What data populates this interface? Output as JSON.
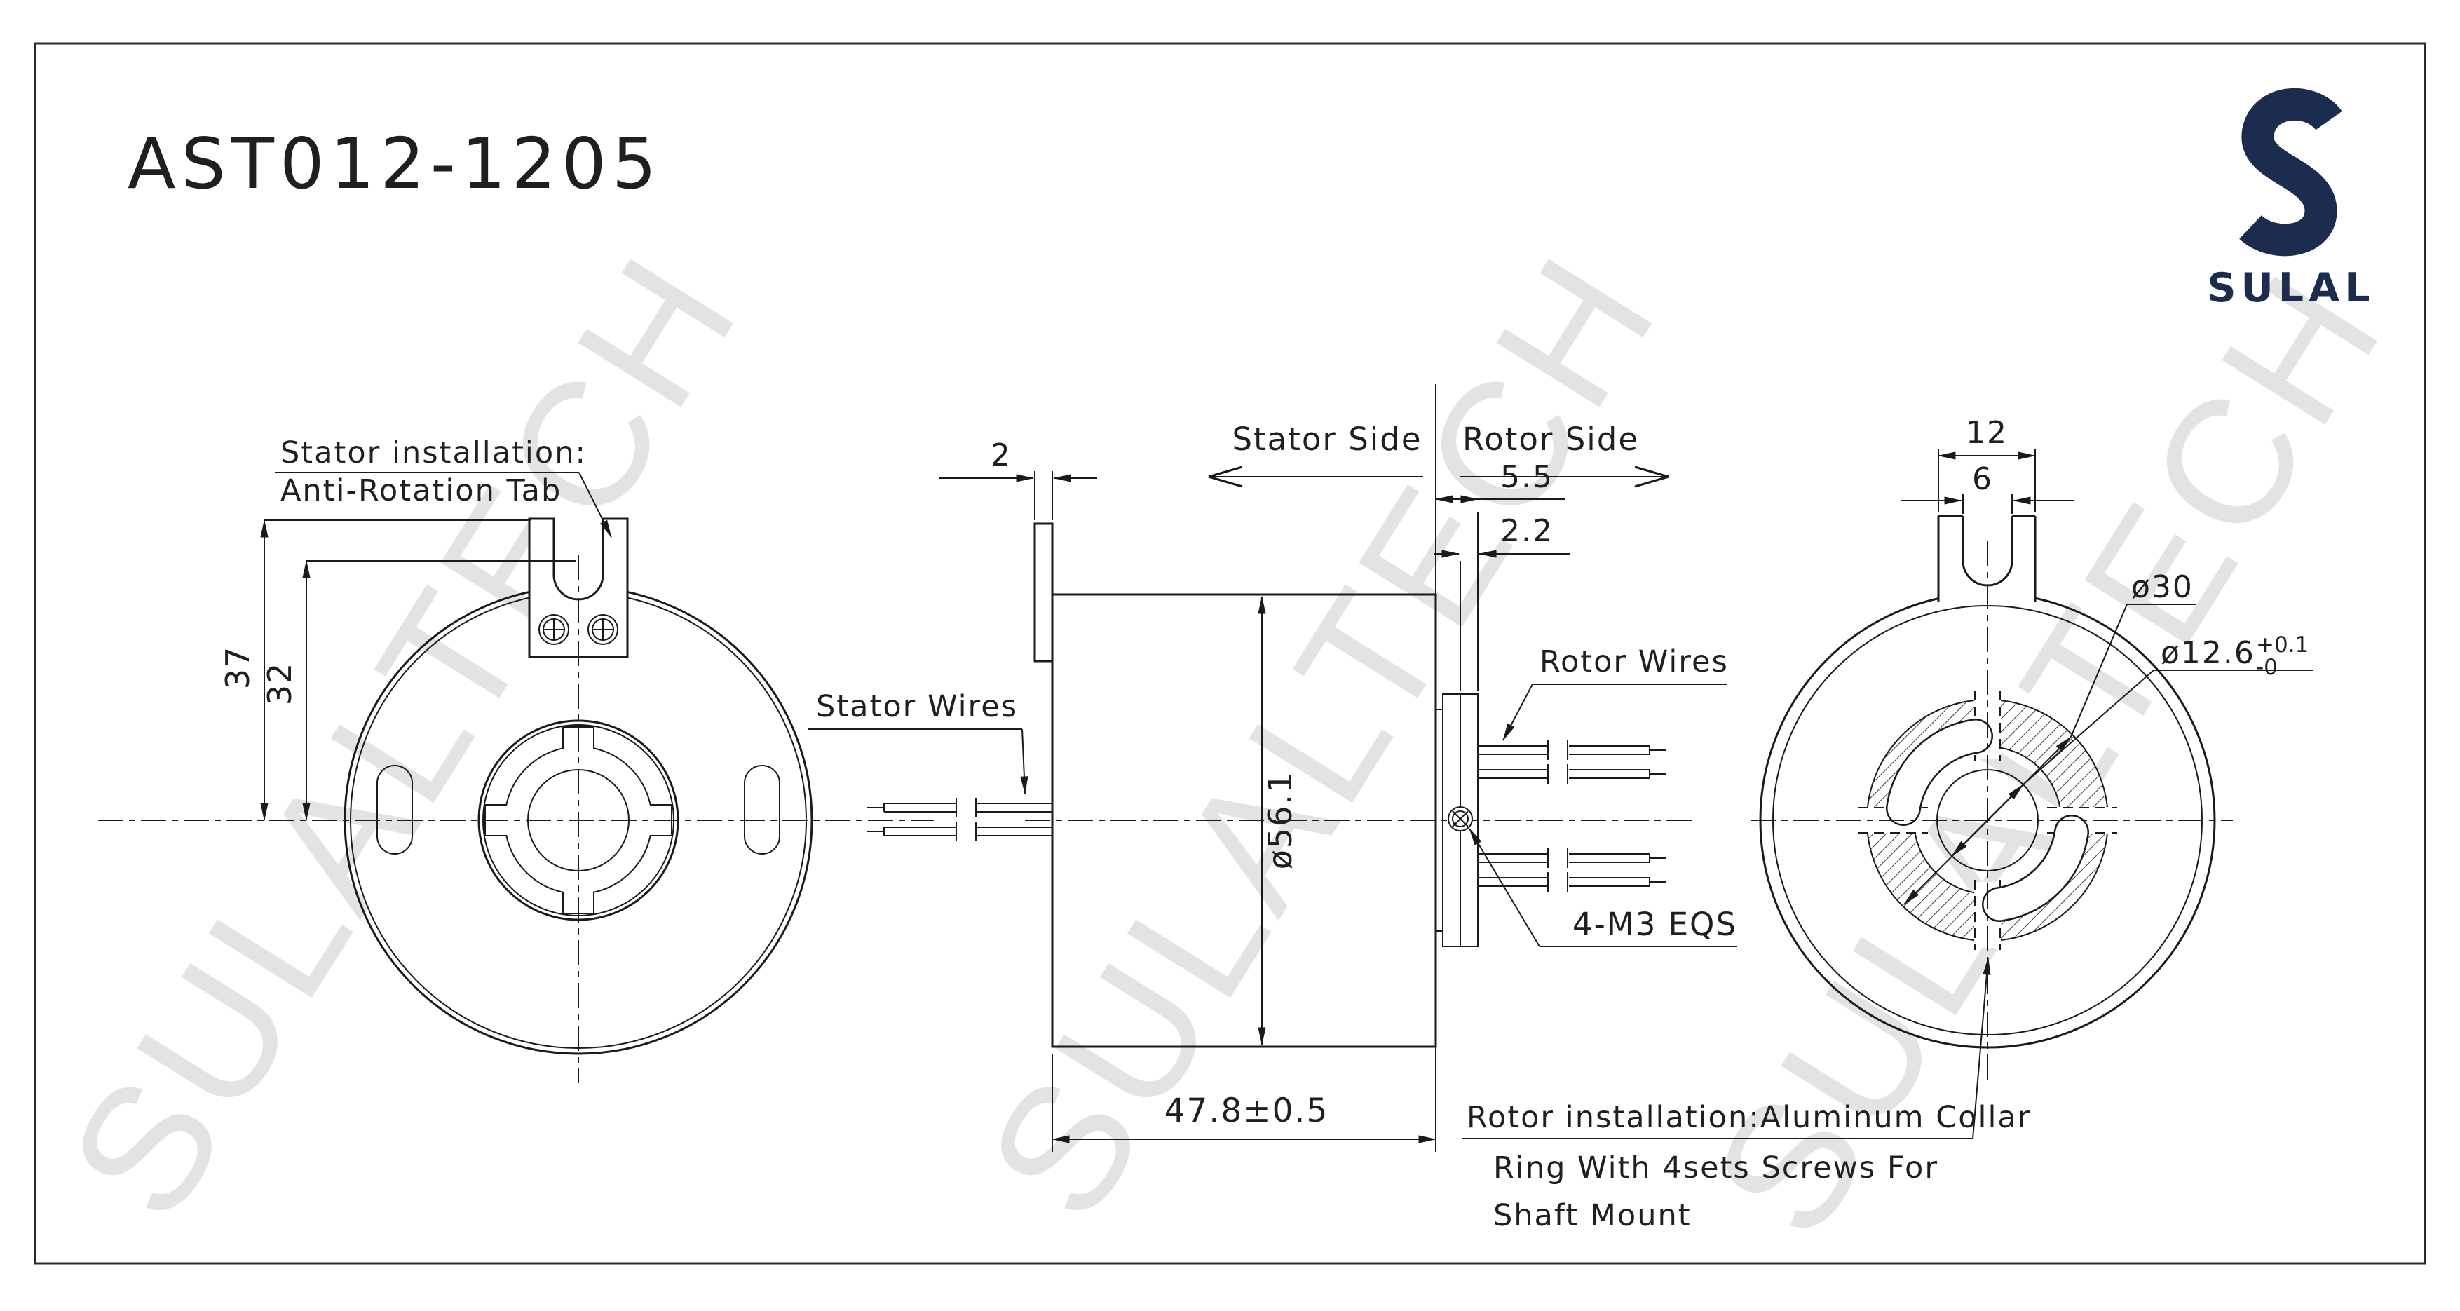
{
  "title": "AST012-1205",
  "logo": {
    "brand": "SULAL"
  },
  "watermark": {
    "text": "SULALTECH"
  },
  "colors": {
    "ink": "#1a1a1a",
    "watermark": "#e3e3e3",
    "logo_navy": "#1c2c4e"
  },
  "left_view": {
    "note_line1": "Stator installation:",
    "note_line2": "Anti-Rotation Tab",
    "dim_height_tab": "37",
    "dim_height_slot": "32"
  },
  "middle_view": {
    "stator_side_label": "Stator Side",
    "rotor_side_label": "Rotor Side",
    "stator_wires_label": "Stator Wires",
    "rotor_wires_label": "Rotor Wires",
    "screws_label": "4-M3 EQS",
    "dim_tab_thickness": "2",
    "dim_collar_offset": "5.5",
    "dim_collar_thickness": "2.2",
    "dim_body_diameter": "ø56.1",
    "dim_body_length": "47.8±0.5"
  },
  "right_view": {
    "dim_tab_width": "12",
    "dim_slot_width": "6",
    "dim_collar_diameter": "ø30",
    "dim_bore_diameter": "ø12.6",
    "tol_plus": "+0.1",
    "tol_minus": "-0",
    "note_line1": "Rotor installation:Aluminum Collar",
    "note_line2": "Ring With 4sets Screws For",
    "note_line3": "Shaft Mount"
  }
}
